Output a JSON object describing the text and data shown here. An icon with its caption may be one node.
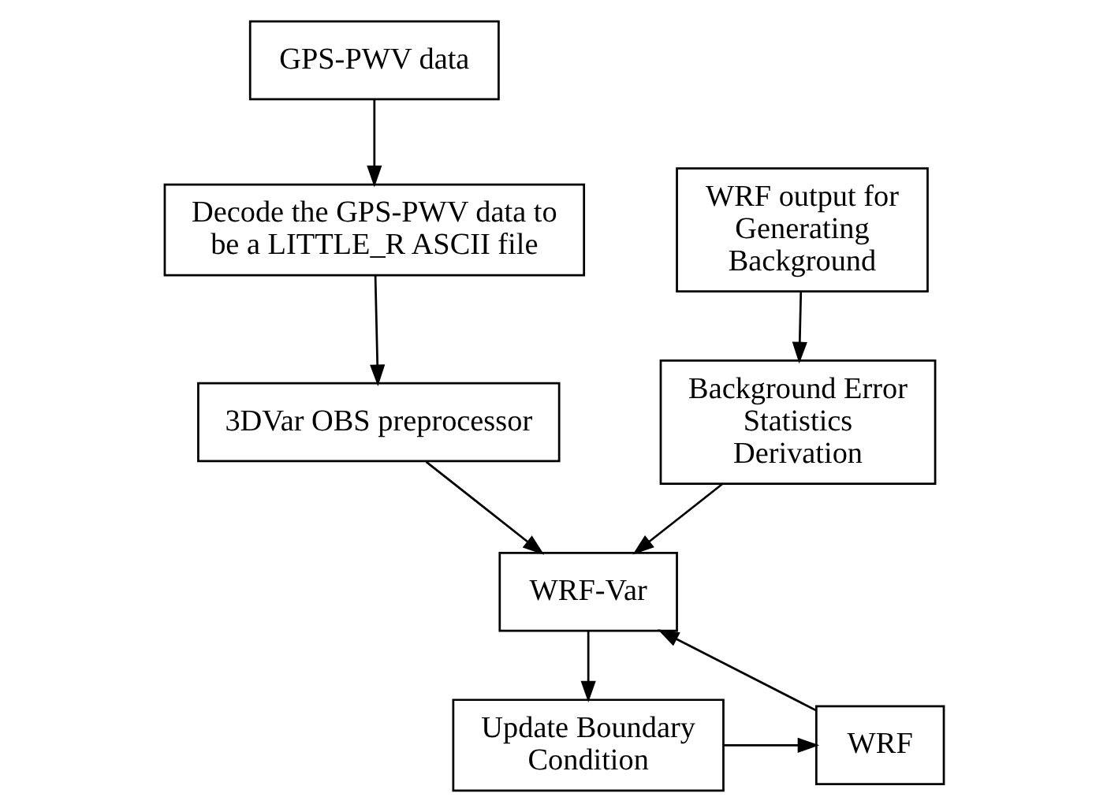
{
  "diagram": {
    "nodes": [
      {
        "text": [
          "GPS-PWV data"
        ]
      },
      {
        "text": [
          "Decode the GPS-PWV data to be a LITTLE_R ASCII file"
        ]
      },
      {
        "text": [
          "3DVar OBS preprocessor"
        ]
      },
      {
        "text": [
          "WRF output for Generating Background"
        ]
      },
      {
        "text": [
          "Background Error Statistics Derivation"
        ]
      },
      {
        "text": [
          "WRF-Var"
        ]
      },
      {
        "text": [
          "Update Boundary Condition"
        ]
      },
      {
        "text": [
          "WRF"
        ]
      }
    ],
    "edges": [
      {
        "from": 0,
        "to": 1,
        "arrow": "to"
      },
      {
        "from": 1,
        "to": 2,
        "arrow": "to"
      },
      {
        "from": 3,
        "to": 4,
        "arrow": "to"
      },
      {
        "from": 2,
        "to": 5,
        "arrow": "to"
      },
      {
        "from": 4,
        "to": 5,
        "arrow": "to"
      },
      {
        "from": 5,
        "to": 6,
        "arrow": "to"
      },
      {
        "from": 6,
        "to": 7,
        "arrow": "to"
      },
      {
        "from": 7,
        "to": 5,
        "arrow": "to"
      }
    ]
  }
}
